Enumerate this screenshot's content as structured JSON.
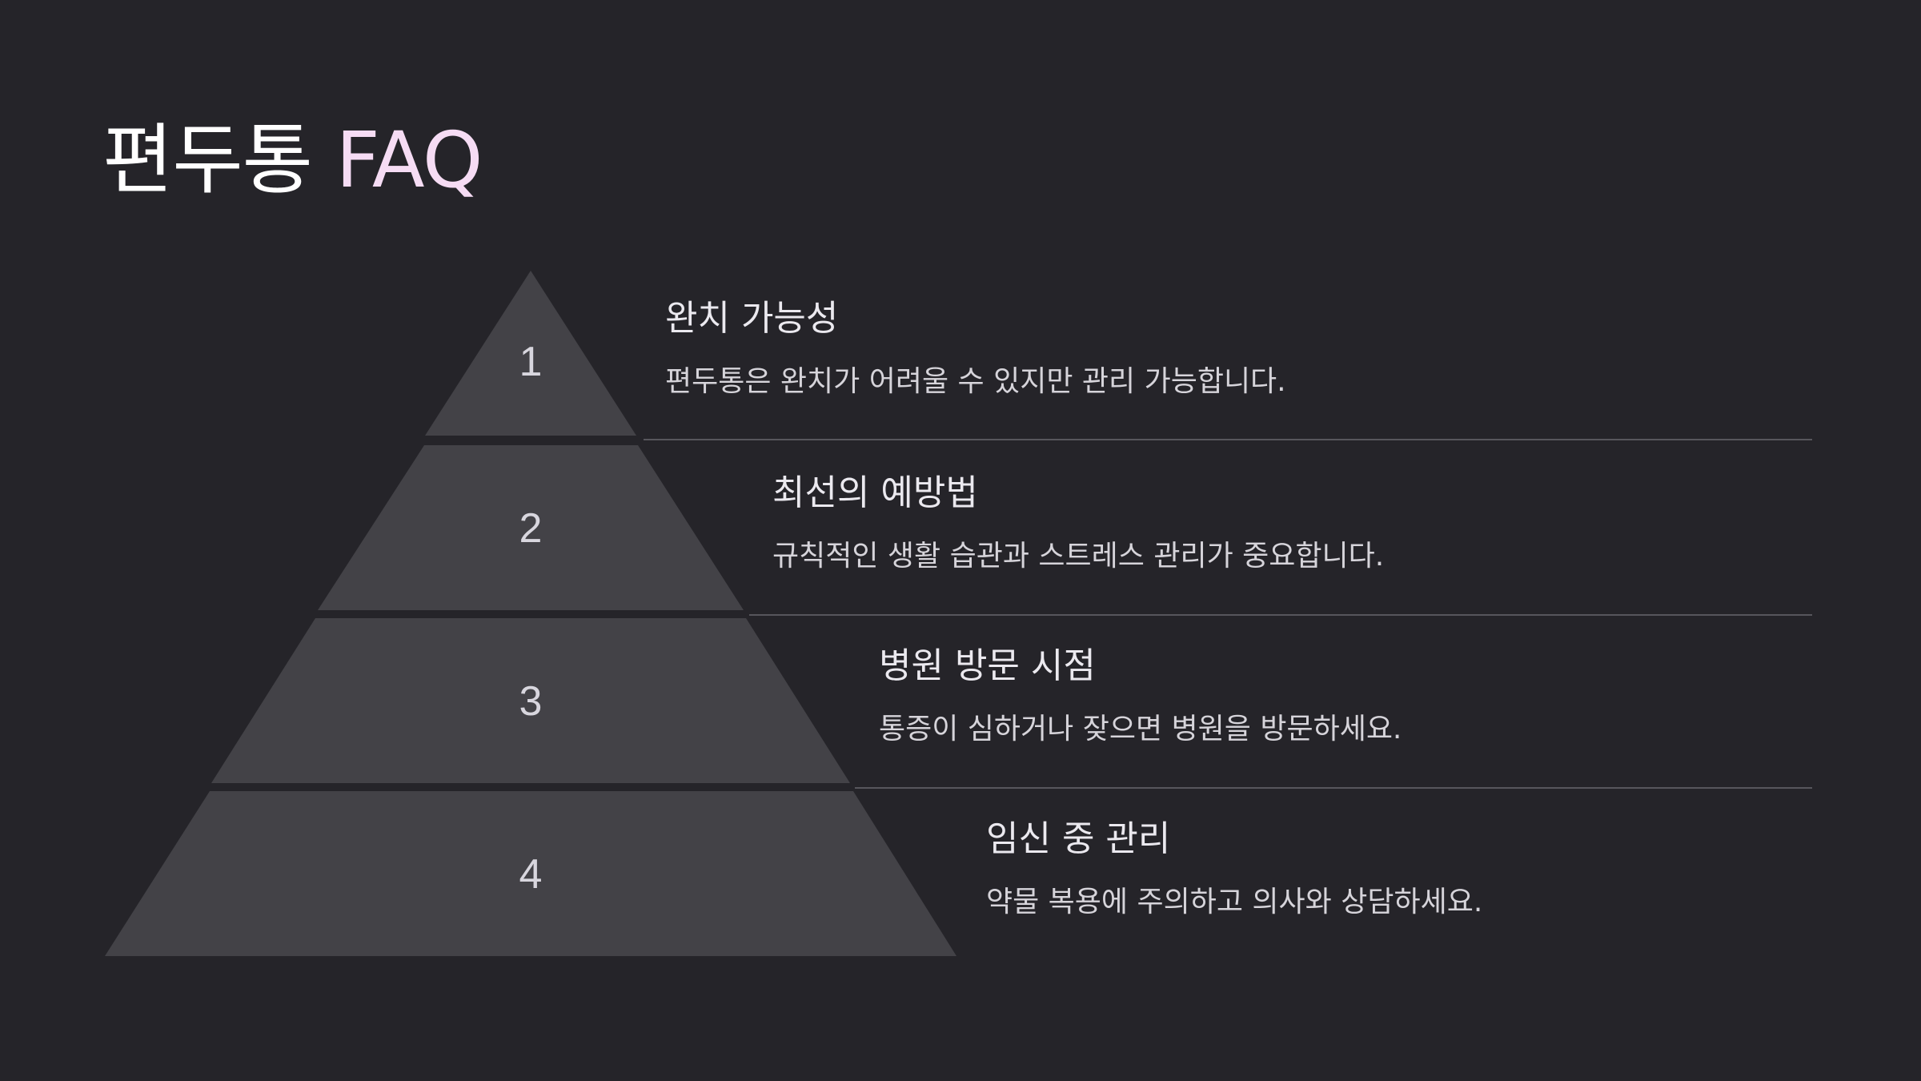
{
  "title": {
    "korean": "편두통",
    "english": "FAQ"
  },
  "levels": [
    {
      "number": "1",
      "title": "완치 가능성",
      "description": "편두통은 완치가 어려울 수 있지만 관리 가능합니다."
    },
    {
      "number": "2",
      "title": "최선의 예방법",
      "description": "규칙적인 생활 습관과 스트레스 관리가 중요합니다."
    },
    {
      "number": "3",
      "title": "병원 방문 시점",
      "description": "통증이 심하거나 잦으면 병원을 방문하세요."
    },
    {
      "number": "4",
      "title": "임신 중 관리",
      "description": "약물 복용에 주의하고 의사와 상담하세요."
    }
  ],
  "colors": {
    "background": "#252429",
    "pyramid_fill": "#434247",
    "divider": "#57565c",
    "title_accent": "#f6dcf4"
  }
}
